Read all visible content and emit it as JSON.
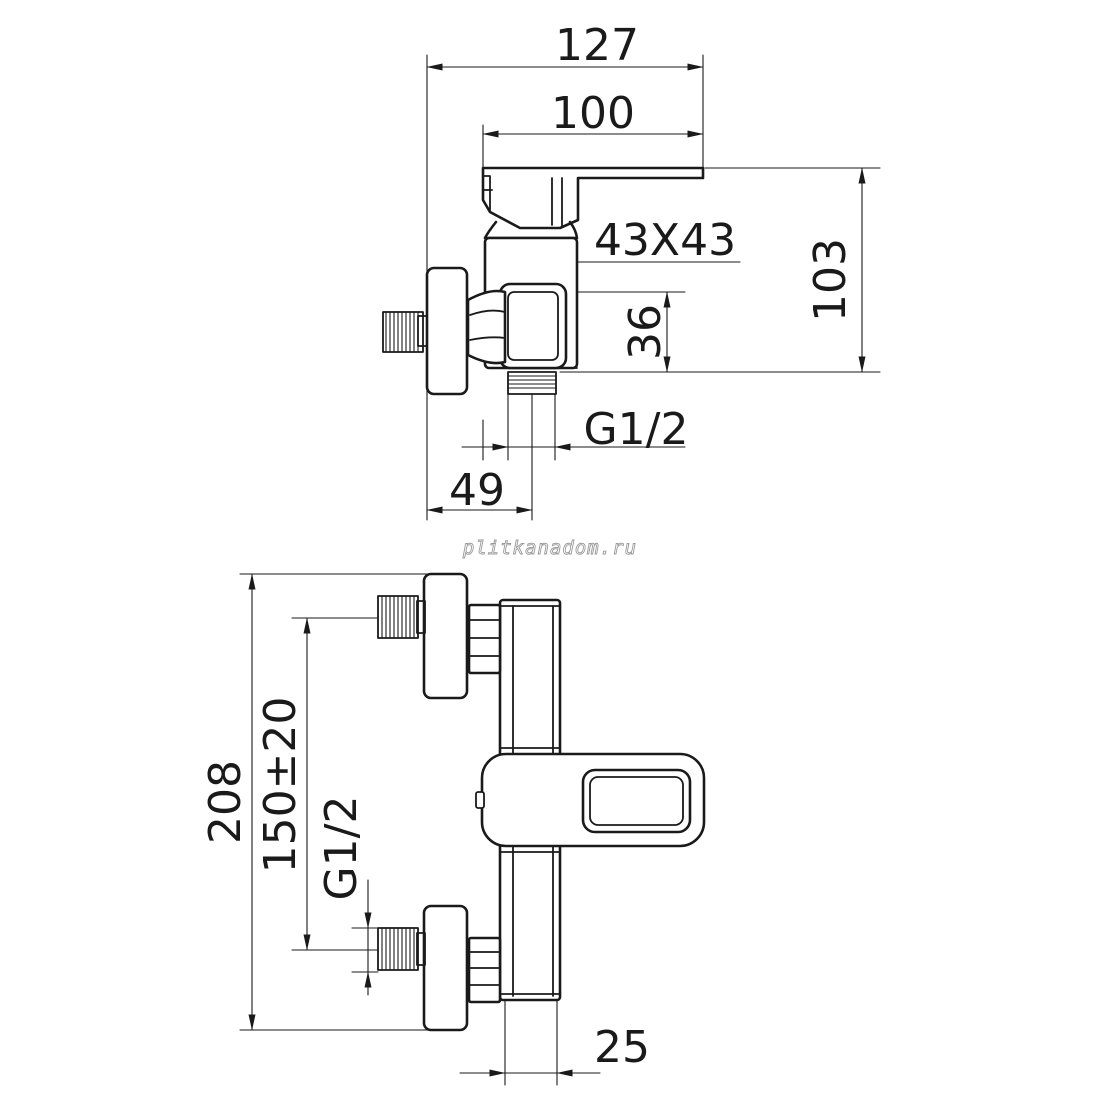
{
  "watermark": "plitkanadom.ru",
  "side_view": {
    "dim_total_width": "127",
    "dim_body_width": "100",
    "dim_body_section": "43X43",
    "dim_height": "103",
    "dim_outlet_height": "36",
    "dim_outlet_thread": "G1/2",
    "dim_wall_offset": "49"
  },
  "front_view": {
    "dim_total_height": "208",
    "dim_centres": "150±20",
    "dim_inlet_thread": "G1/2",
    "dim_body_width": "25"
  }
}
